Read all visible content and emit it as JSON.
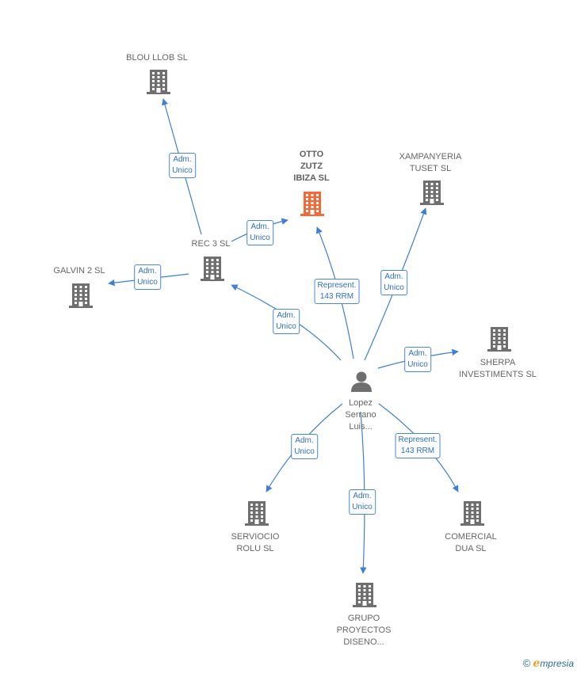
{
  "nodes": [
    {
      "id": "blou",
      "type": "company",
      "label": "BLOU LLOB SL",
      "color": "#6f6f6f"
    },
    {
      "id": "otto",
      "type": "company",
      "label": "OTTO\nZUTZ\nIBIZA  SL",
      "color": "#f26a3a",
      "main": true
    },
    {
      "id": "xamp",
      "type": "company",
      "label": "XAMPANYERIA\nTUSET  SL",
      "color": "#6f6f6f"
    },
    {
      "id": "rec3",
      "type": "company",
      "label": "REC 3  SL",
      "color": "#6f6f6f"
    },
    {
      "id": "galvin",
      "type": "company",
      "label": "GALVIN 2 SL",
      "color": "#6f6f6f"
    },
    {
      "id": "sherpa",
      "type": "company",
      "label": "SHERPA\nINVESTIMENTS SL",
      "color": "#6f6f6f"
    },
    {
      "id": "person",
      "type": "person",
      "label": "Lopez\nSerrano\nLuis...",
      "color": "#6f6f6f"
    },
    {
      "id": "serv",
      "type": "company",
      "label": "SERVIOCIO\nROLU  SL",
      "color": "#6f6f6f"
    },
    {
      "id": "grupo",
      "type": "company",
      "label": "GRUPO\nPROYECTOS\nDISENO...",
      "color": "#6f6f6f"
    },
    {
      "id": "comercial",
      "type": "company",
      "label": "COMERCIAL\nDUA  SL",
      "color": "#6f6f6f"
    }
  ],
  "edges": [
    {
      "from": "rec3",
      "to": "blou",
      "label": "Adm.\nUnico"
    },
    {
      "from": "rec3",
      "to": "otto",
      "label": "Adm.\nUnico"
    },
    {
      "from": "rec3",
      "to": "galvin",
      "label": "Adm.\nUnico"
    },
    {
      "from": "person",
      "to": "rec3",
      "label": "Adm.\nUnico"
    },
    {
      "from": "person",
      "to": "otto",
      "label": "Represent.\n143 RRM"
    },
    {
      "from": "person",
      "to": "xamp",
      "label": "Adm.\nUnico"
    },
    {
      "from": "person",
      "to": "sherpa",
      "label": "Adm.\nUnico"
    },
    {
      "from": "person",
      "to": "serv",
      "label": "Adm.\nUnico"
    },
    {
      "from": "person",
      "to": "grupo",
      "label": "Adm.\nUnico"
    },
    {
      "from": "person",
      "to": "comercial",
      "label": "Represent.\n143 RRM"
    }
  ],
  "colors": {
    "edge": "#3f7fd4",
    "label_border": "#4a86d6",
    "label_text": "#2e6fc4",
    "node_text": "#666666"
  },
  "footer": {
    "copyright": "©",
    "brand_initial": "e",
    "brand_rest": "mpresia"
  }
}
